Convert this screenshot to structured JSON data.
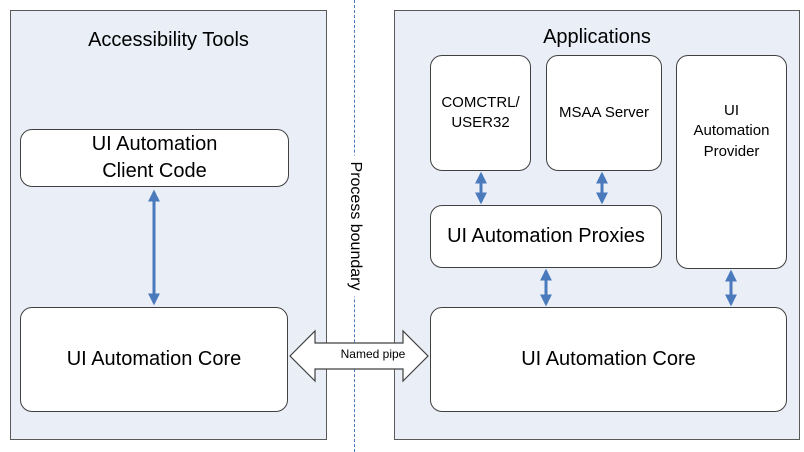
{
  "left_panel": {
    "title": "Accessibility Tools"
  },
  "right_panel": {
    "title": "Applications"
  },
  "boxes": {
    "client_code": "UI Automation\nClient Code",
    "core_left": "UI Automation Core",
    "comctrl": "COMCTRL/\nUSER32",
    "msaa": "MSAA Server",
    "provider": "UI\nAutomation\nProvider",
    "proxies": "UI Automation Proxies",
    "core_right": "UI Automation Core"
  },
  "process_boundary": "Process boundary",
  "named_pipe": "Named pipe",
  "colors": {
    "panel_fill": "#e9eef7",
    "arrow": "#4a7abb",
    "border": "#404040"
  }
}
